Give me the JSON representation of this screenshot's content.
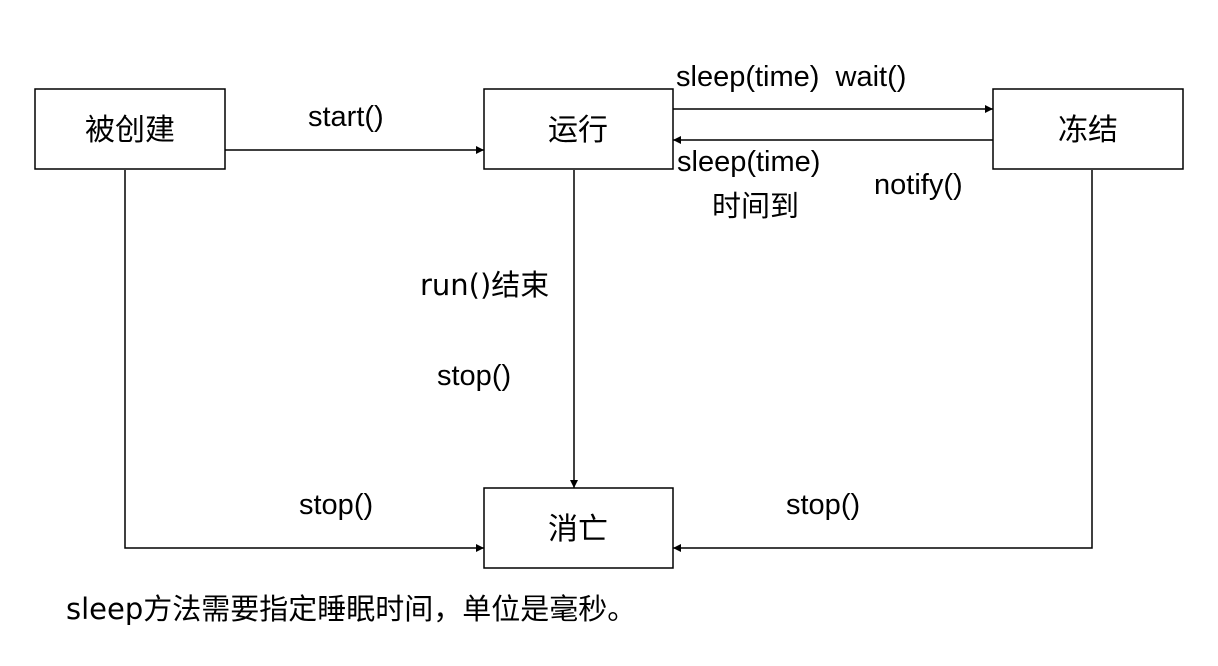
{
  "nodes": {
    "created": "被创建",
    "running": "运行",
    "frozen": "冻结",
    "dead": "消亡"
  },
  "edges": {
    "start": "start()",
    "sleep_wait": "sleep(time)  wait()",
    "sleep_timeout_line1": "sleep(time)",
    "sleep_timeout_line2": "时间到",
    "notify": "notify()",
    "run_end": "run()结束",
    "stop_running": "stop()",
    "stop_created": "stop()",
    "stop_frozen": "stop()"
  },
  "caption": "sleep方法需要指定睡眠时间，单位是毫秒。"
}
